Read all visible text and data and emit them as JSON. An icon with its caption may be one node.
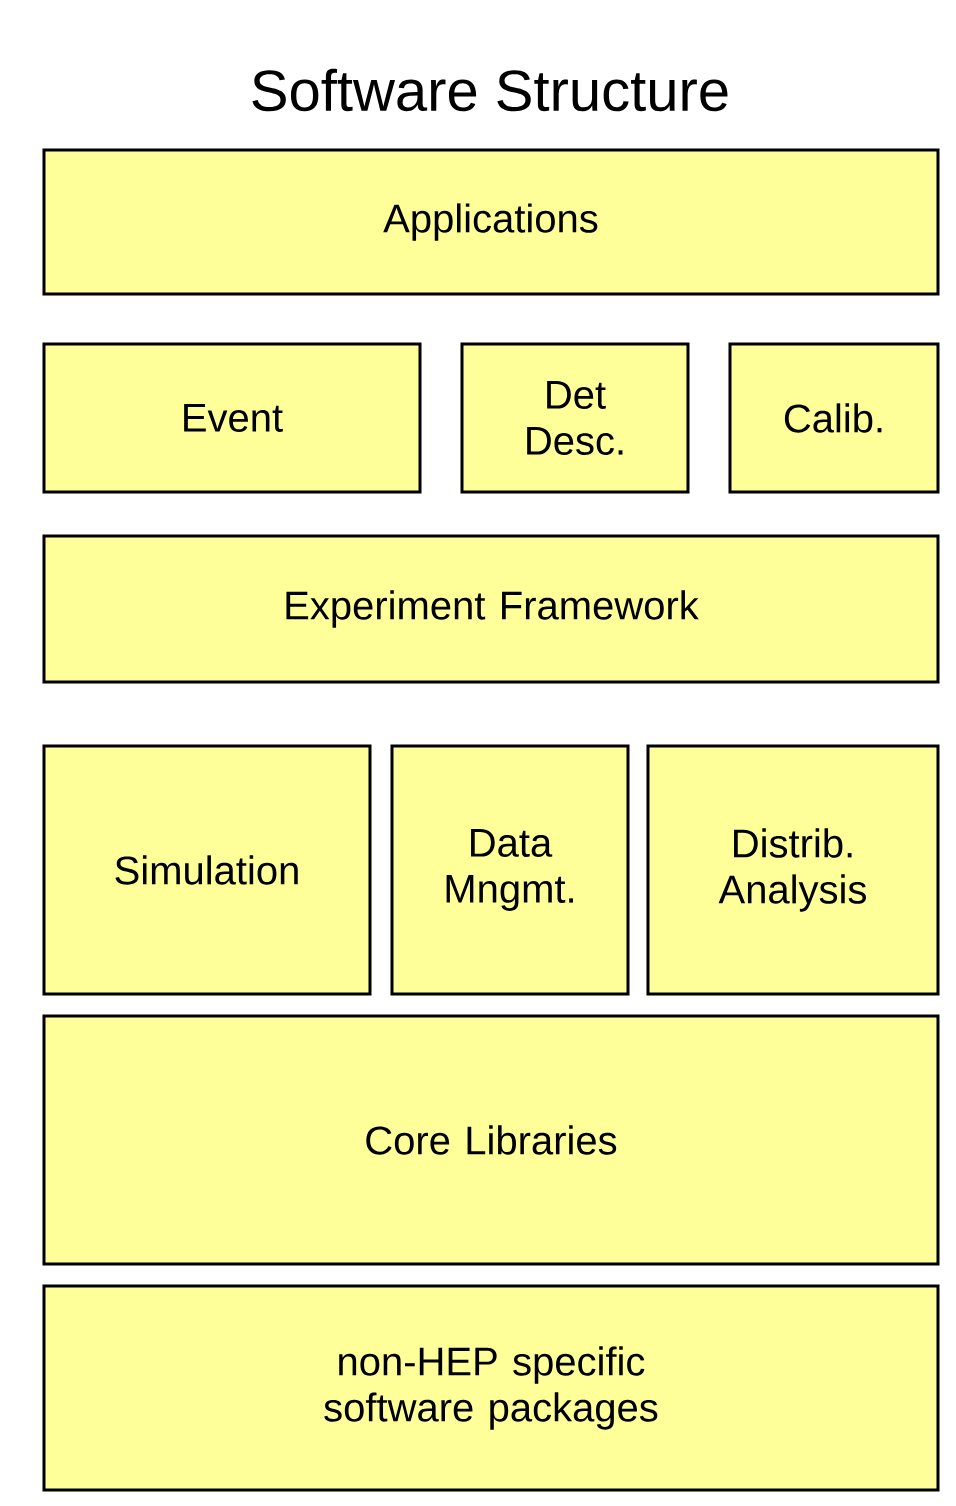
{
  "diagram": {
    "title": "Software Structure",
    "nodes": [
      {
        "text": [
          "Applications"
        ]
      },
      {
        "text": [
          "Event"
        ]
      },
      {
        "text": [
          "Det Desc."
        ]
      },
      {
        "text": [
          "Calib."
        ]
      },
      {
        "text": [
          "Experiment Framework"
        ]
      },
      {
        "text": [
          "Simulation"
        ]
      },
      {
        "text": [
          "Data Mngmt."
        ]
      },
      {
        "text": [
          "Distrib. Analysis"
        ]
      },
      {
        "text": [
          "Core Libraries"
        ]
      },
      {
        "text": [
          "non-HEP specific software packages"
        ]
      }
    ]
  }
}
